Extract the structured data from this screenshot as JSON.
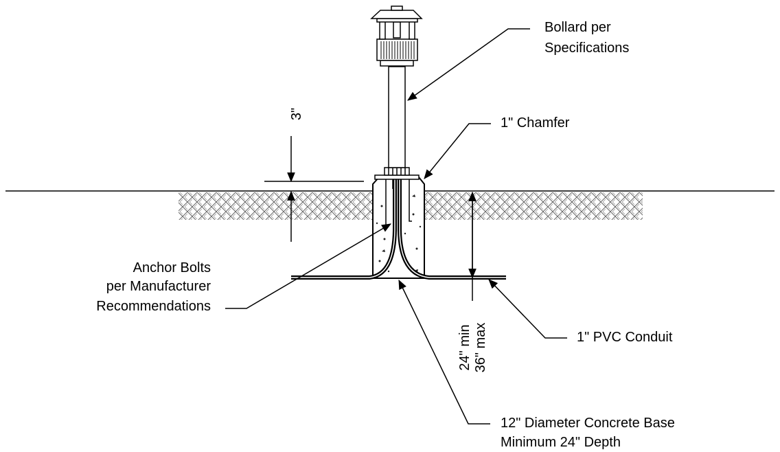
{
  "callouts": {
    "bollard": [
      "Bollard per",
      "Specifications"
    ],
    "chamfer": "1\" Chamfer",
    "anchor_bolts": [
      "Anchor Bolts",
      "per Manufacturer",
      "Recommendations"
    ],
    "conduit": "1\" PVC Conduit",
    "concrete_base": [
      "12\" Diameter Concrete Base",
      "Minimum 24\" Depth"
    ]
  },
  "dimensions": {
    "top_offset": "3\"",
    "depth_min": "24\" min",
    "depth_max": "36\" max"
  }
}
